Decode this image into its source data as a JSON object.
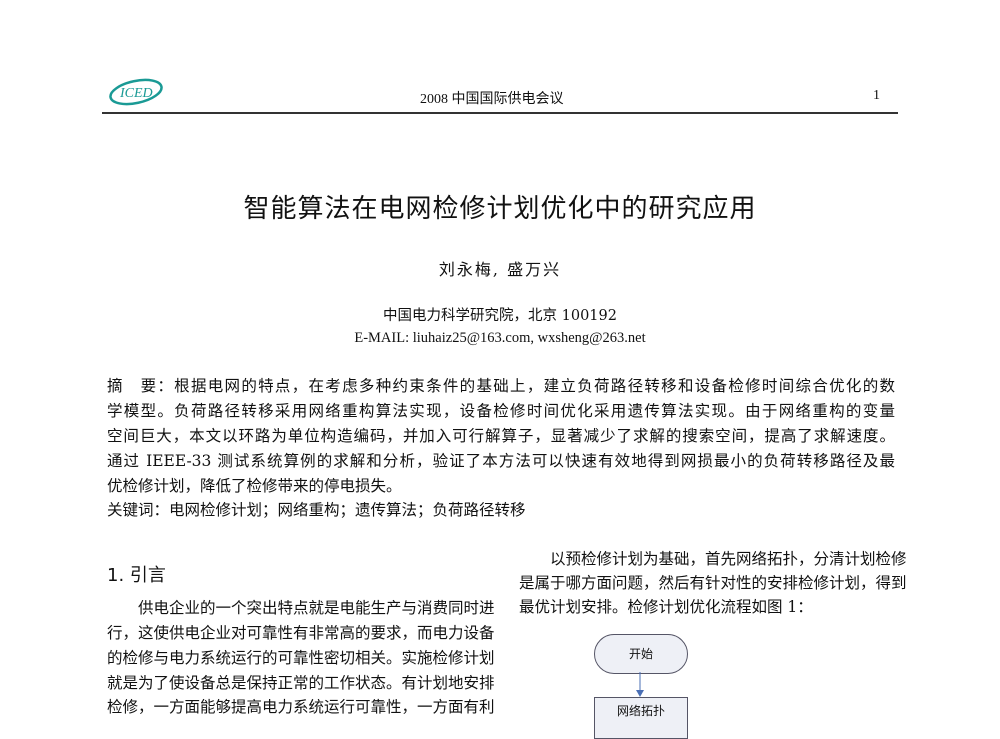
{
  "header": {
    "logo_text": "ICED",
    "conference": "2008  中国国际供电会议",
    "page_number": "1"
  },
  "title": "智能算法在电网检修计划优化中的研究应用",
  "authors": "刘永梅, 盛万兴",
  "affiliation": "中国电力科学研究院，北京    100192",
  "email": "E-MAIL:    liuhaiz25@163.com, wxsheng@263.net",
  "abstract": {
    "lines": [
      "摘　要：根据电网的特点，在考虑多种约束条件的基础上，建立负荷路径转移和设备检修时间综合优化的数",
      "学模型。负荷路径转移采用网络重构算法实现，设备检修时间优化采用遗传算法实现。由于网络重构的变量",
      "空间巨大，本文以环路为单位构造编码，并加入可行解算子，显著减少了求解的搜索空间，提高了求解速度。",
      "通过 IEEE-33 测试系统算例的求解和分析，验证了本方法可以快速有效地得到网损最小的负荷转移路径及最",
      "优检修计划，降低了检修带来的停电损失。"
    ],
    "keywords": "关键词：电网检修计划；网络重构；遗传算法；负荷路径转移"
  },
  "section1": {
    "heading": "1. 引言",
    "lines": [
      "　　供电企业的一个突出特点就是电能生产与消费同时进",
      "行，这使供电企业对可靠性有非常高的要求，而电力设备",
      "的检修与电力系统运行的可靠性密切相关。实施检修计划",
      "就是为了使设备总是保持正常的工作状态。有计划地安排",
      "检修，一方面能够提高电力系统运行可靠性，一方面有利"
    ]
  },
  "right_column": {
    "lines": [
      "　　以预检修计划为基础，首先网络拓扑，分清计划检修",
      "是属于哪方面问题，然后有针对性的安排检修计划，得到",
      "最优计划安排。检修计划优化流程如图 1："
    ]
  },
  "flowchart": {
    "start": "开始",
    "step1": "网络拓扑"
  },
  "colors": {
    "logo": "#1a9a95",
    "flow_arrow": "#4a6fb5"
  }
}
